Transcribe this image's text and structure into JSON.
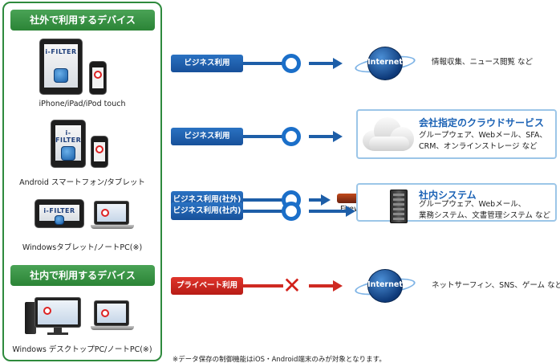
{
  "external_devices": {
    "header": "社外で利用するデバイス",
    "brand_text": "i-FILTER",
    "devices": [
      {
        "label": "iPhone/iPad/iPod touch"
      },
      {
        "label": "Android スマートフォン/タブレット"
      },
      {
        "label": "Windowsタブレット/ノートPC(※)"
      }
    ]
  },
  "internal_devices": {
    "header": "社内で利用するデバイス",
    "devices": [
      {
        "label": "Windows デスクトップPC/ノートPC(※)"
      }
    ]
  },
  "rows": [
    {
      "label": "ビジネス利用",
      "status": "allowed"
    },
    {
      "label": "ビジネス利用",
      "status": "allowed"
    },
    {
      "label": "ビジネス利用(社外)",
      "status": "allowed"
    },
    {
      "label": "ビジネス利用(社内)",
      "status": "allowed"
    },
    {
      "label": "プライベート利用",
      "status": "blocked"
    }
  ],
  "destinations": {
    "internet_top": {
      "globe_text": "Internet",
      "desc": "情報収集、ニュース閲覧 など"
    },
    "cloud": {
      "title": "会社指定のクラウドサービス",
      "lines": [
        "グループウェア、Webメール、SFA、",
        "CRM、オンラインストレージ など"
      ]
    },
    "internal": {
      "firewall_label": "Firewall",
      "title": "社内システム",
      "lines": [
        "グループウェア、Webメール、",
        "業務システム、文書管理システム など"
      ]
    },
    "internet_bottom": {
      "globe_text": "Internet",
      "desc": "ネットサーフィン、SNS、ゲーム など"
    }
  },
  "footnote": "※データ保存の制御機能はiOS・Android端末のみが対象となります。",
  "colors": {
    "green": "#2e8a3d",
    "blue": "#1d5ea8",
    "red": "#cf2a22",
    "box_border": "#9cc6e8"
  }
}
